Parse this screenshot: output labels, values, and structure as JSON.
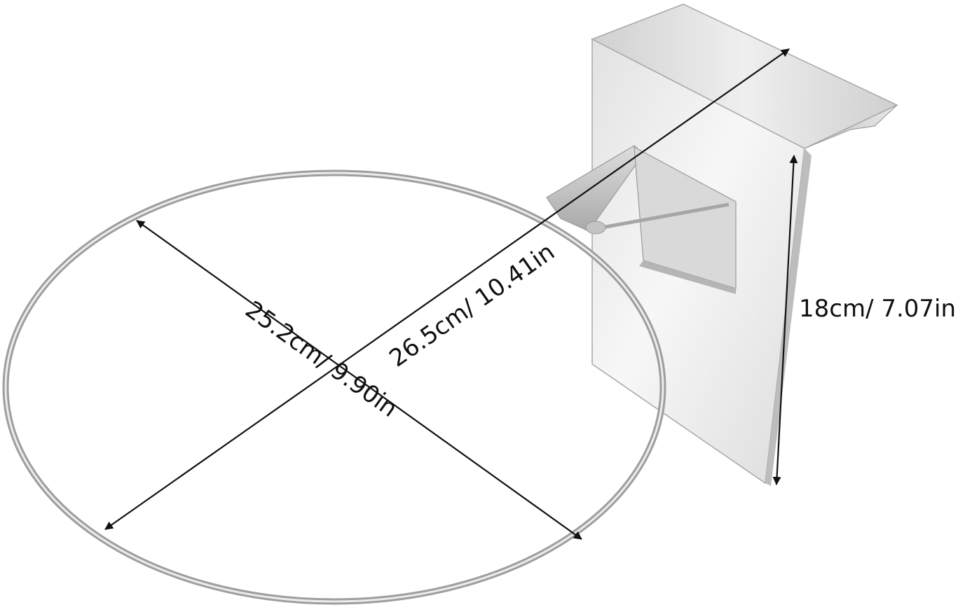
{
  "dimensions": {
    "ring_diameter": "25.2cm/ 9.90in",
    "total_depth": "26.5cm/ 10.41in",
    "bracket_height": "18cm/ 7.07in"
  },
  "colors": {
    "metal_light": "#f4f4f4",
    "metal_mid": "#d6d6d6",
    "metal_dark": "#9c9c9c",
    "ring": "#b8b8b8",
    "arrow": "#111111"
  }
}
